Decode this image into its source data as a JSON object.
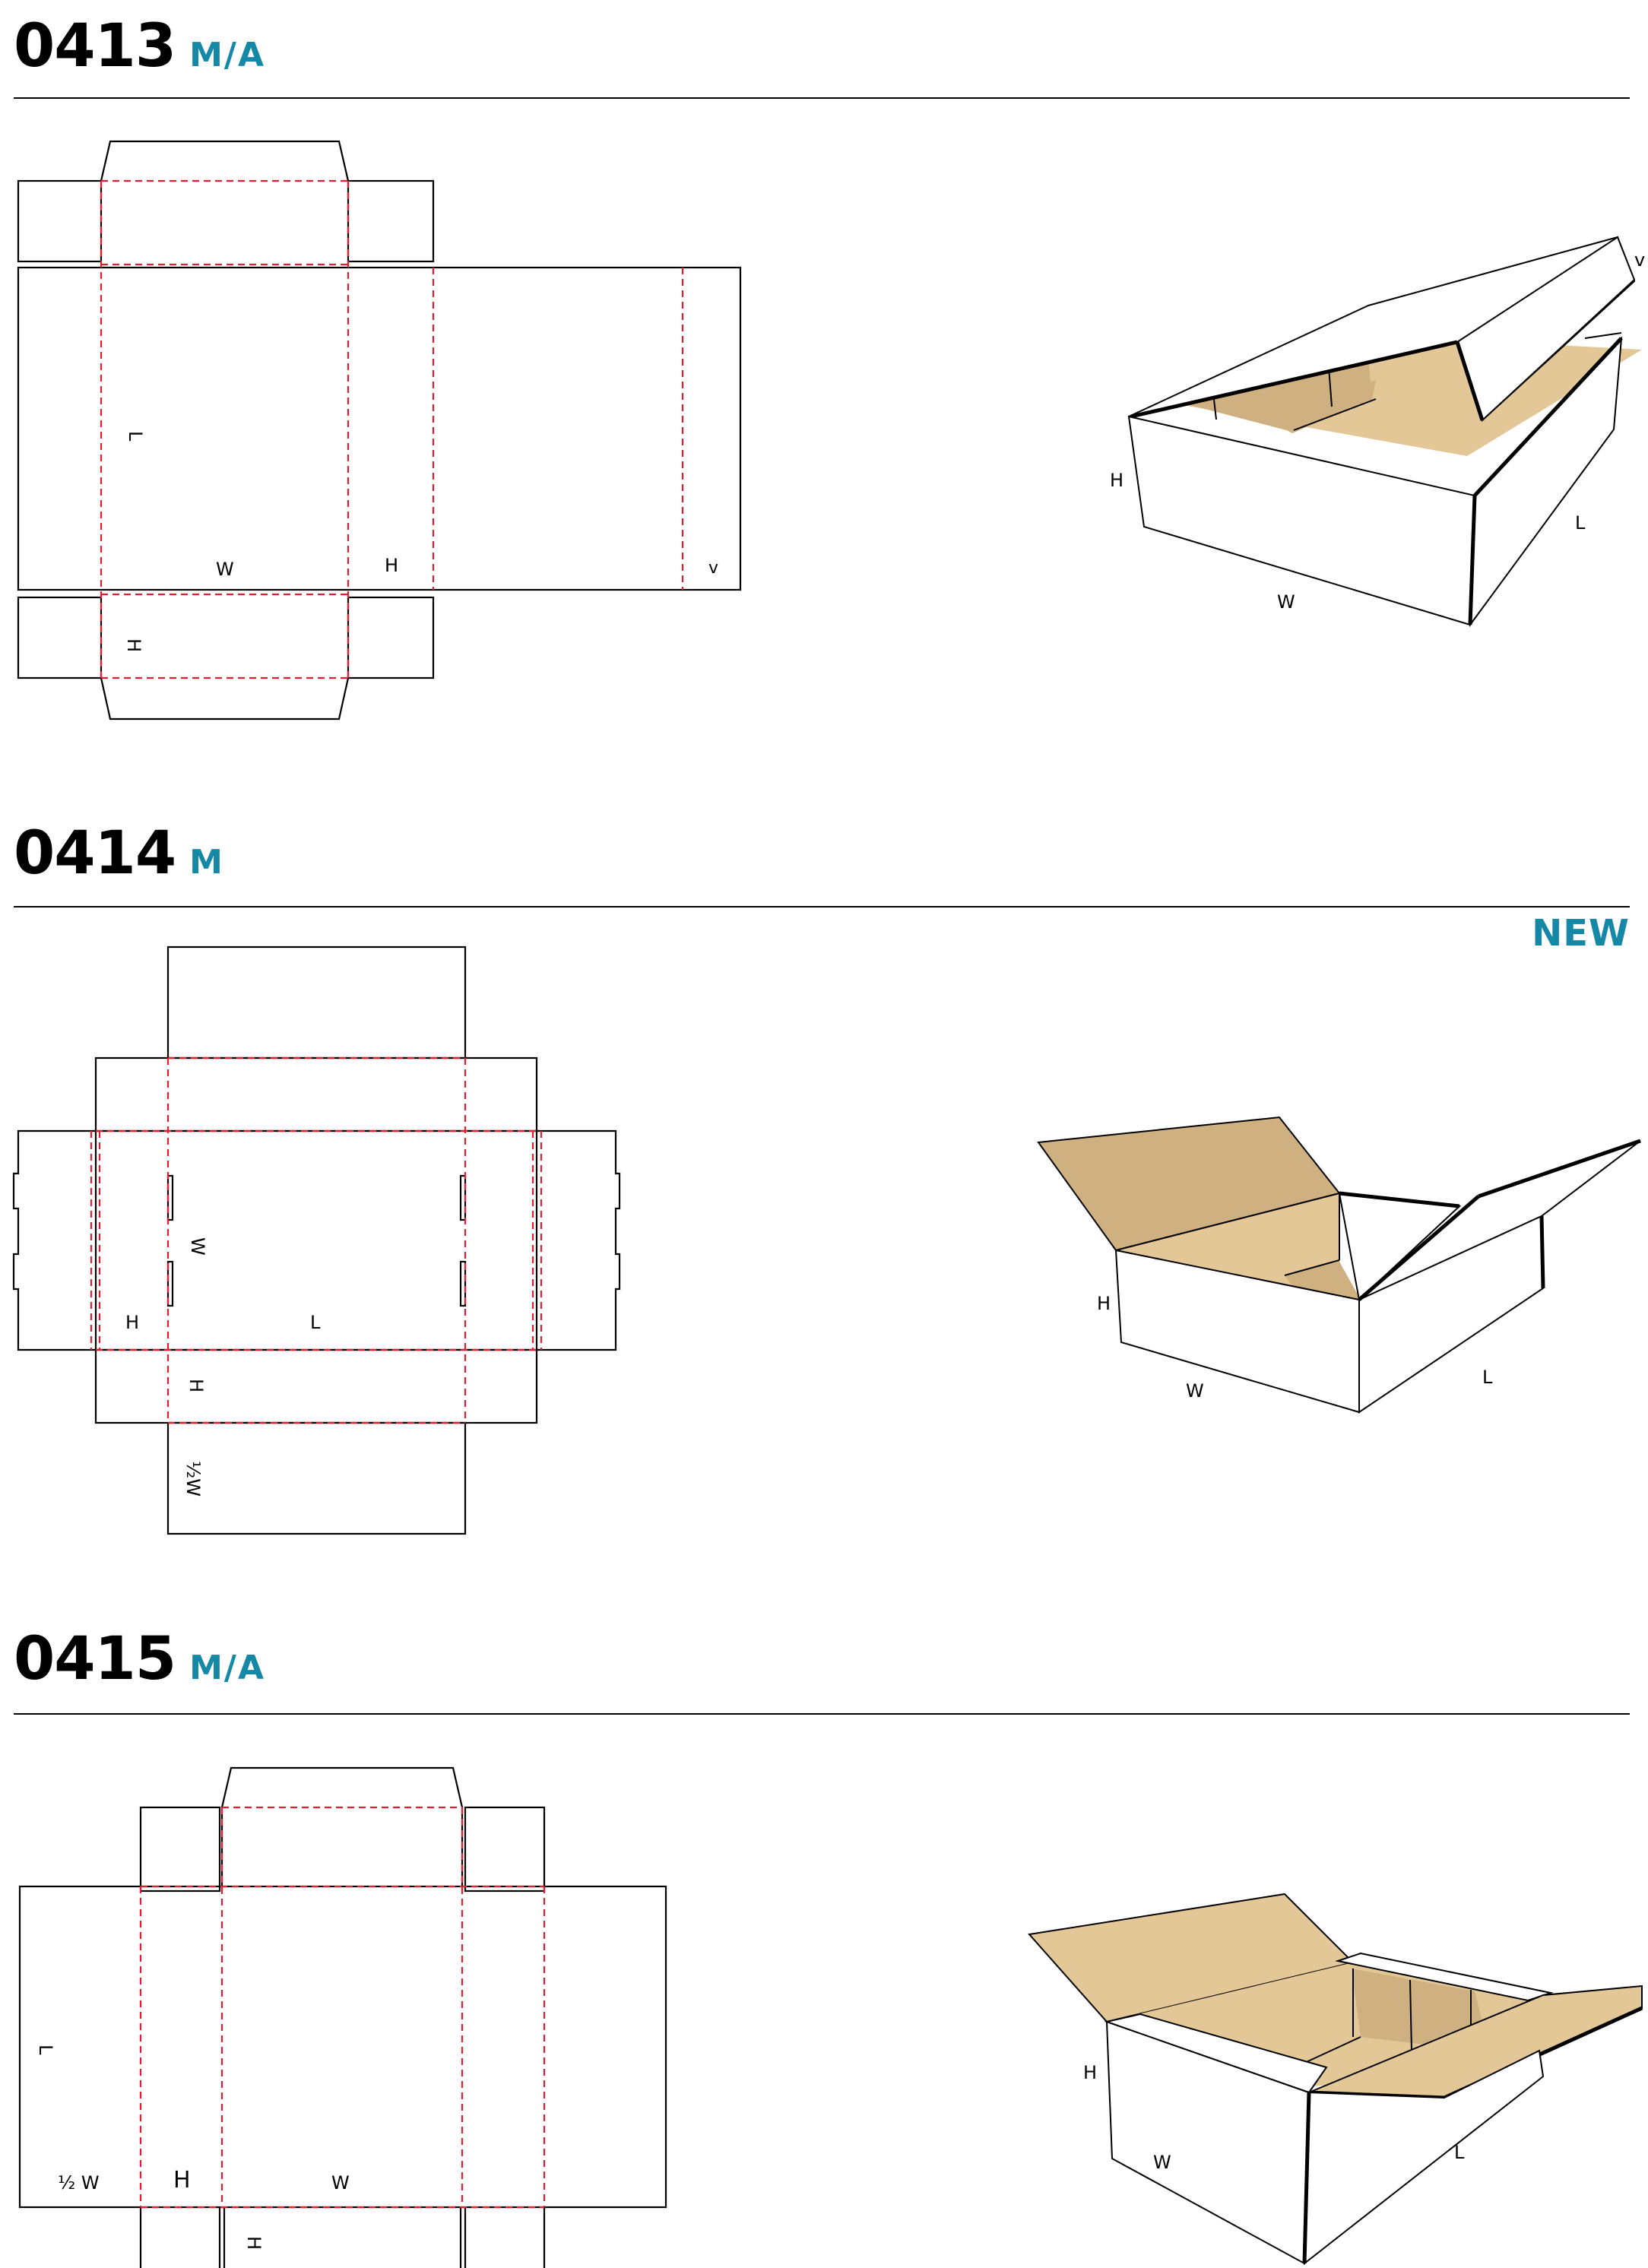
{
  "colors": {
    "accent": "#1588a8",
    "fold_line": "#e02030",
    "cardboard_light": "#e3c797",
    "cardboard_dark": "#cfb080"
  },
  "sections": [
    {
      "code": "0413",
      "suffix": "M/A",
      "badge": "",
      "die_labels": {
        "length": "L",
        "width": "W",
        "height": "H",
        "height_flap": "H",
        "v": "v"
      },
      "box_labels": {
        "height": "H",
        "width": "W",
        "length": "L",
        "v": "v"
      }
    },
    {
      "code": "0414",
      "suffix": "M",
      "badge": "NEW",
      "die_labels": {
        "width": "W",
        "height": "H",
        "length": "L",
        "height_flap": "H",
        "half_width": "½W"
      },
      "box_labels": {
        "height": "H",
        "width": "W",
        "length": "L"
      }
    },
    {
      "code": "0415",
      "suffix": "M/A",
      "badge": "",
      "die_labels": {
        "length": "L",
        "half_width": "½ W",
        "height": "H",
        "width": "W",
        "height_flap": "H"
      },
      "box_labels": {
        "height": "H",
        "width": "W",
        "length": "L"
      }
    }
  ]
}
